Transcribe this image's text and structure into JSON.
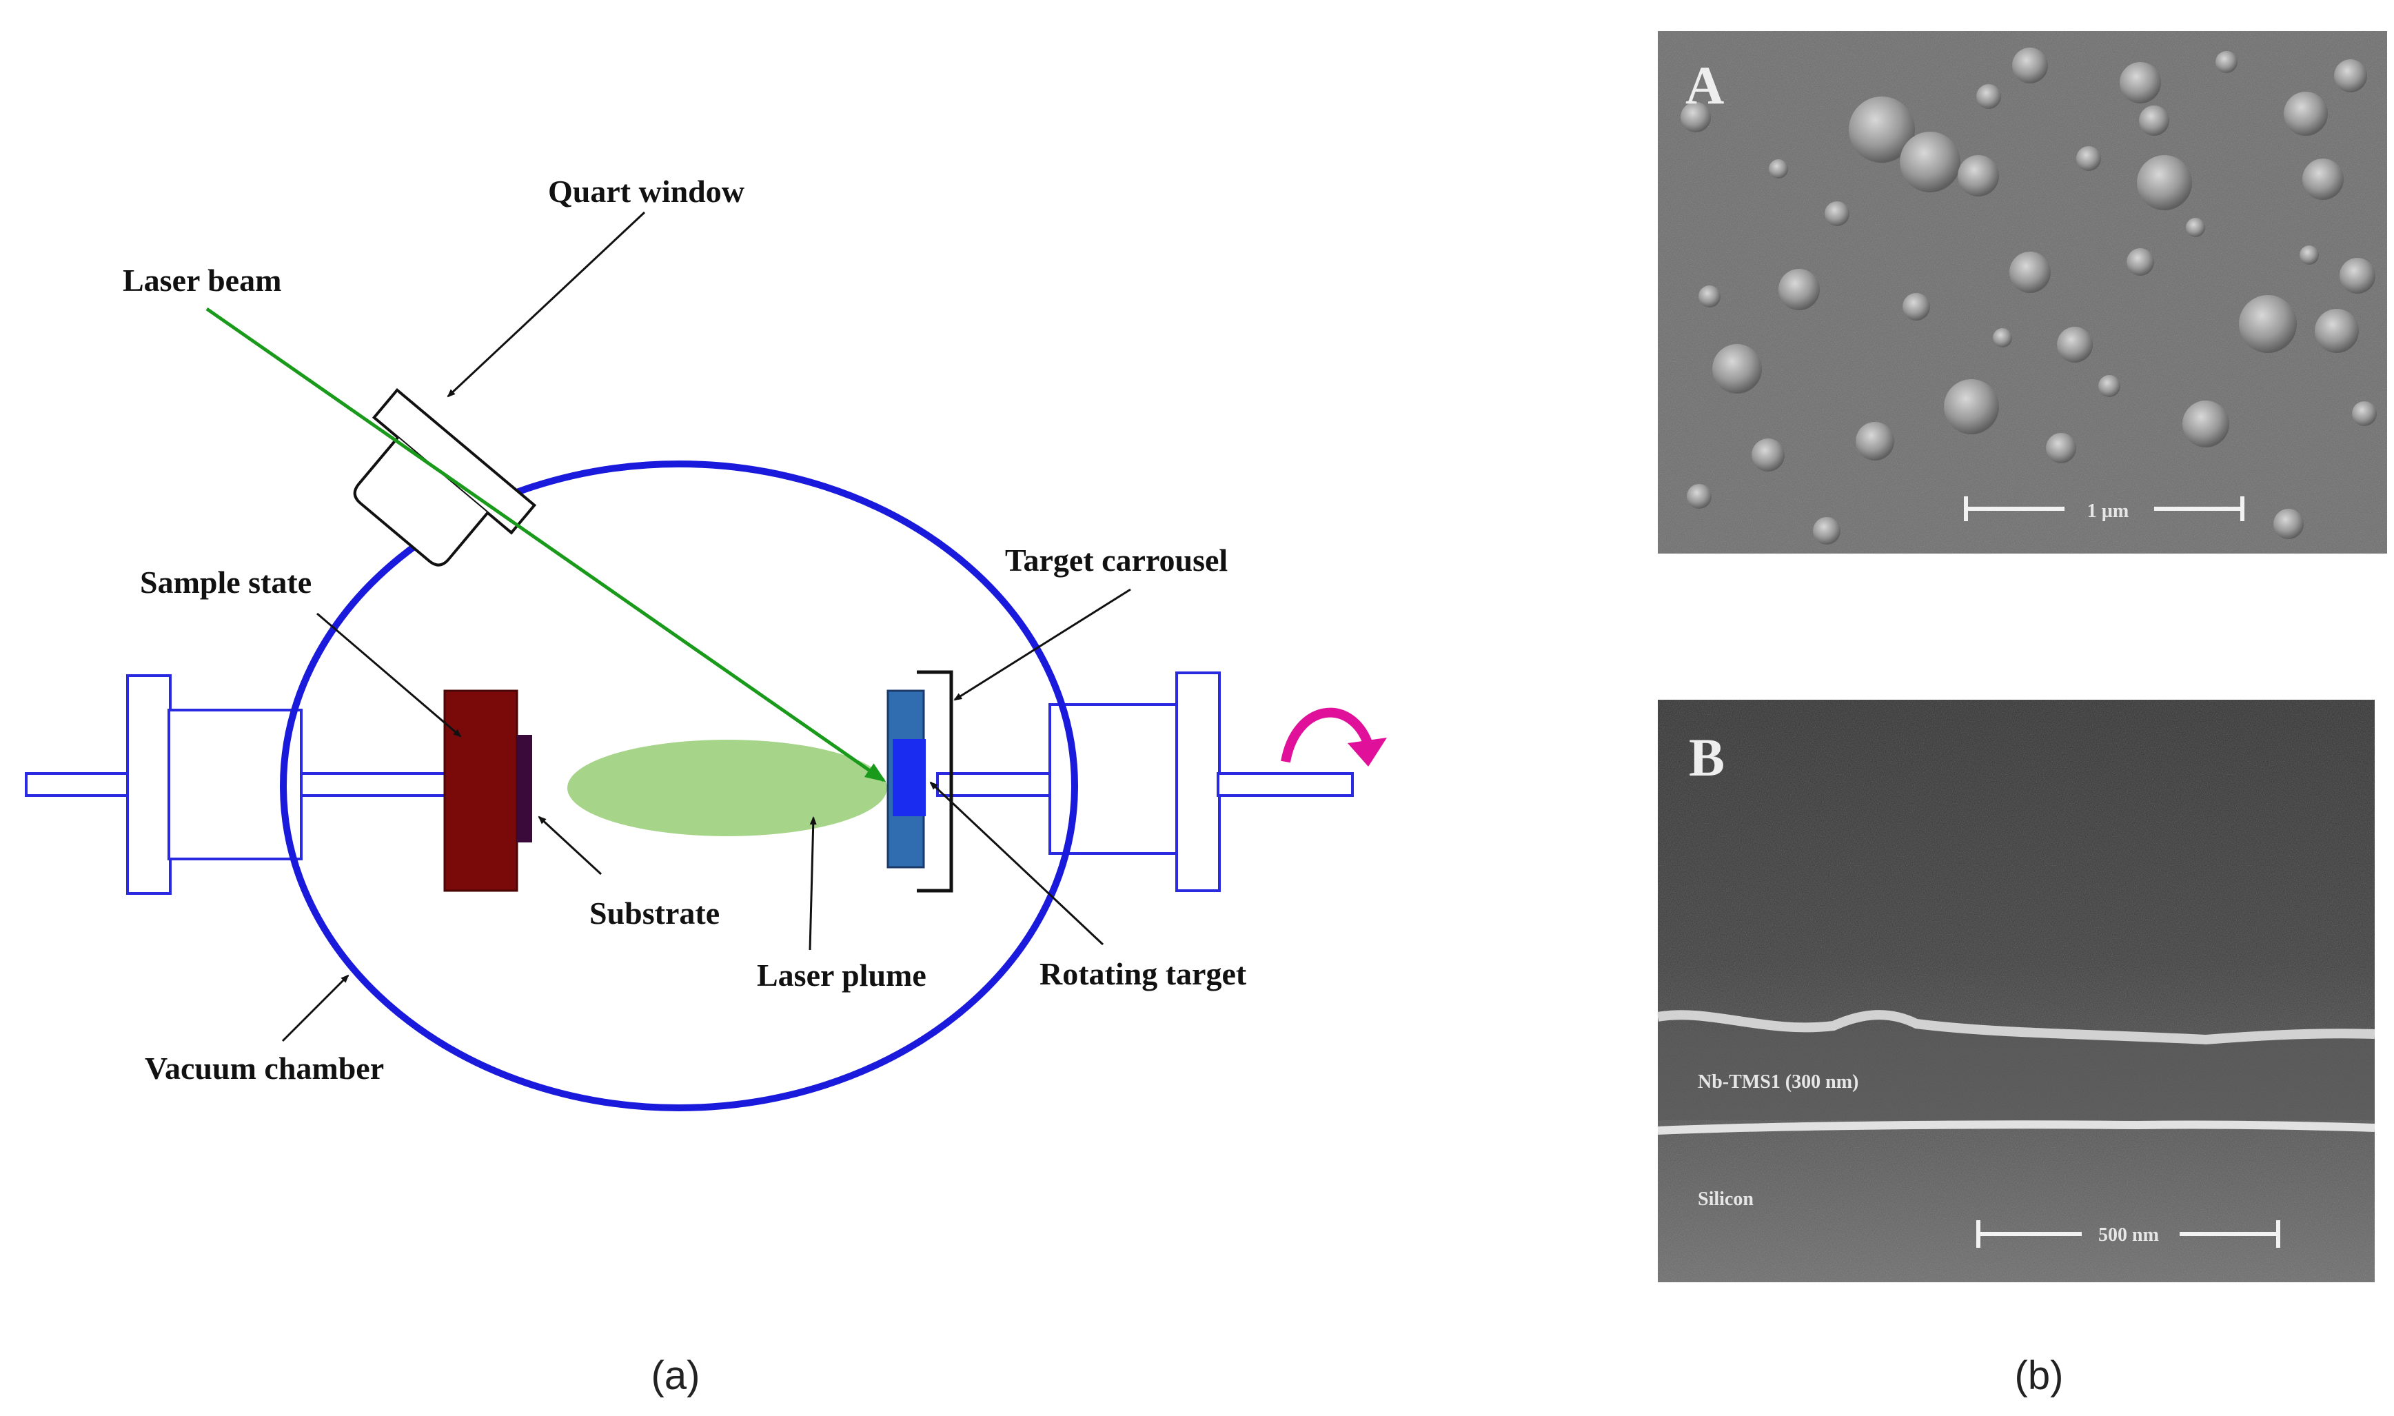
{
  "diagram": {
    "labels": {
      "quart_window": "Quart window",
      "laser_beam": "Laser beam",
      "sample_state": "Sample state",
      "target_carrousel": "Target carrousel",
      "substrate": "Substrate",
      "laser_plume": "Laser plume",
      "rotating_target": "Rotating target",
      "vacuum_chamber": "Vacuum chamber"
    },
    "colors": {
      "chamber": "#1a1adc",
      "laser": "#1a9a1a",
      "plume": "#a6d58a",
      "sample_state": "#7a0a0a",
      "substrate": "#3a0a3a",
      "target_holder": "#2f6db0",
      "target": "#1a2cf0",
      "rotation_arrow": "#e0109a",
      "rods": "#2a2ae0"
    },
    "caption": "(a)"
  },
  "sem": {
    "caption": "(b)",
    "panel_a": {
      "letter": "A",
      "scale_label": "1 µm"
    },
    "panel_b": {
      "letter": "B",
      "film_label": "Nb-TMS1 (300 nm)",
      "substrate_label": "Silicon",
      "scale_label": "500 nm"
    }
  }
}
